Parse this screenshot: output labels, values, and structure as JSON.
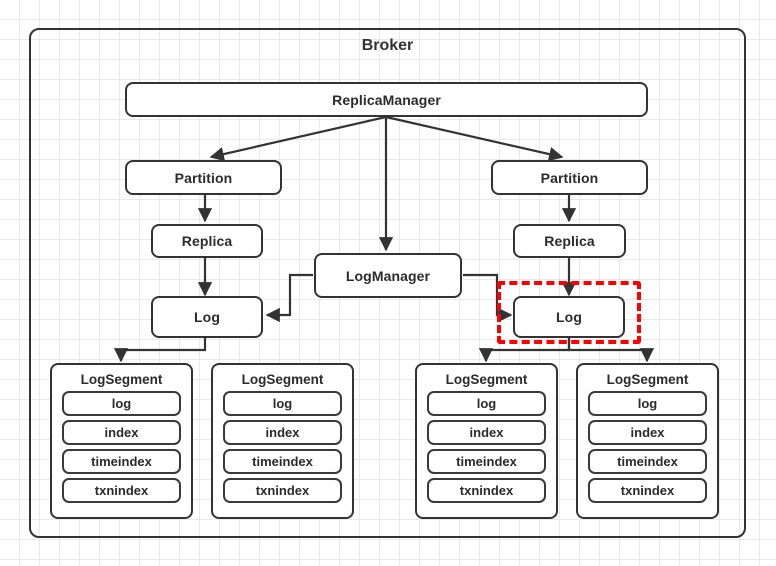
{
  "diagram": {
    "title": "Broker",
    "nodes": {
      "replica_manager": "ReplicaManager",
      "partition_left": "Partition",
      "partition_right": "Partition",
      "replica_left": "Replica",
      "replica_right": "Replica",
      "log_manager": "LogManager",
      "log_left": "Log",
      "log_right": "Log"
    },
    "segments": [
      {
        "title": "LogSegment",
        "fields": [
          "log",
          "index",
          "timeindex",
          "txnindex"
        ]
      },
      {
        "title": "LogSegment",
        "fields": [
          "log",
          "index",
          "timeindex",
          "txnindex"
        ]
      },
      {
        "title": "LogSegment",
        "fields": [
          "log",
          "index",
          "timeindex",
          "txnindex"
        ]
      },
      {
        "title": "LogSegment",
        "fields": [
          "log",
          "index",
          "timeindex",
          "txnindex"
        ]
      }
    ],
    "colors": {
      "stroke": "#333333",
      "text": "#2b2b2b",
      "highlight": "#ff0000",
      "grid": "#e9e9e9",
      "background": "#ffffff"
    },
    "highlight": {
      "target": "log_right",
      "style": "red-dashed-outline"
    }
  }
}
